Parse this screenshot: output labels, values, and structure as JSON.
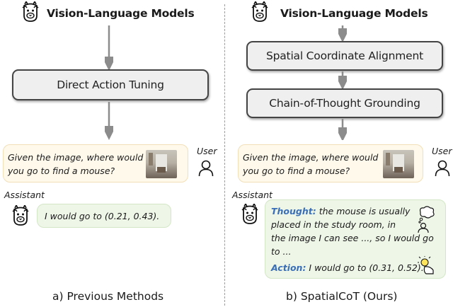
{
  "left": {
    "header": "Vision-Language Models",
    "stage": "Direct Action Tuning",
    "question": [
      "Given the image, where would",
      "you go to find a mouse?"
    ],
    "user_label": "User",
    "assistant_label": "Assistant",
    "answer": "I would go to (0.21, 0.43).",
    "caption": "a) Previous Methods"
  },
  "right": {
    "header": "Vision-Language Models",
    "stage1": "Spatial Coordinate Alignment",
    "stage2": "Chain-of-Thought Grounding",
    "question": [
      "Given the image, where would",
      "you go to find a mouse?"
    ],
    "user_label": "User",
    "assistant_label": "Assistant",
    "thought_label": "Thought:",
    "thought_lines": [
      " the mouse is usually",
      "placed in the study room, in",
      "the image I can see ..., so I would go",
      "to ..."
    ],
    "action_label": "Action:",
    "action_text": " I would go to (0.31, 0.52).",
    "caption": "b) SpatialCoT (Ours)"
  },
  "colors": {
    "arrow": "#8c8c8c",
    "question_bg": "#fff9ec",
    "answer_bg": "#eef6e8",
    "label_blue": "#3a6fb8"
  }
}
